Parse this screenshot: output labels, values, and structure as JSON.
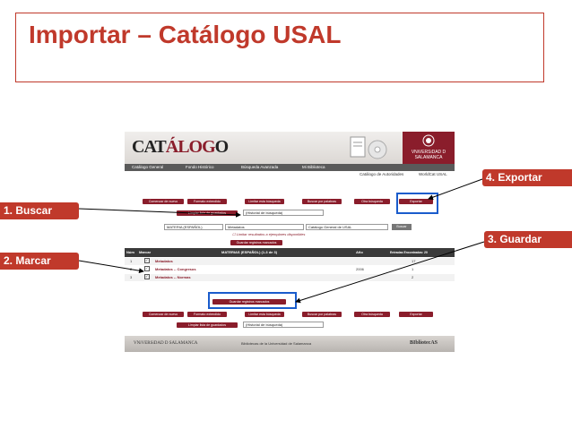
{
  "slide": {
    "title": "Importar – Catálogo USAL"
  },
  "callouts": {
    "buscar": "1. Buscar",
    "marcar": "2. Marcar",
    "guardar": "3. Guardar",
    "exportar": "4. Exportar"
  },
  "catalog": {
    "logo_prefix": "CAT",
    "logo_accent": "ÁLOG",
    "logo_suffix": "O",
    "university": "VNiVERSiDAD\nD SALAMANCA",
    "nav": [
      "Catálogo General",
      "Fondo Histórico",
      "Búsqueda Avanzada",
      "Mi Biblioteca"
    ],
    "subnav": [
      "Catálogo de Autoridades",
      "WorldCat USAL"
    ],
    "top_buttons": [
      "Comenzar de nuevo",
      "Formato extendido",
      "Limitar esta búsqueda",
      "Buscar por palabras",
      "Otra búsqueda",
      "Exportar"
    ],
    "clear_button": "Limpiar lista de guardados",
    "history_select": "(Historial de búsqueda)",
    "search": {
      "field": "MATERIA (ESPAÑOL)",
      "query": "Metadatos",
      "scope": "Catálogo General de USAL",
      "button": "Buscar"
    },
    "limit_text": "Limitar resultados a ejemplares disponibles",
    "save_marked": "Guardar registros marcados",
    "table": {
      "headers": [
        "Núm",
        "Marcar",
        "MATERIAS (ESPAÑOL) (1-3 de 3)",
        "Año",
        "Entradas Encontradas: 20"
      ],
      "rows": [
        {
          "num": "1",
          "title": "Metadatos",
          "year": "",
          "count": "17"
        },
        {
          "num": "2",
          "title": "Metadatos -- Congresos",
          "year": "2006",
          "count": "1"
        },
        {
          "num": "3",
          "title": "Metadatos -- Normas",
          "year": "",
          "count": "2"
        }
      ]
    },
    "bottom_save": "Guardar registros marcados",
    "bottom_buttons": [
      "Comenzar de nuevo",
      "Formato extendido",
      "Limitar esta búsqueda",
      "Buscar por palabras",
      "Otra búsqueda",
      "Exportar"
    ],
    "bottom_clear": "Limpiar lista de guardados",
    "bottom_history": "(Historial de búsqueda)",
    "footer": {
      "left": "VNiVERSiDAD D SALAMANCA",
      "center": "Bibliotecas de la Universidad de Salamanca",
      "right": "BIbliotecAS"
    }
  },
  "colors": {
    "accent": "#c0392b",
    "catalog_maroon": "#8a1d2b",
    "highlight": "#1a5ccc"
  }
}
